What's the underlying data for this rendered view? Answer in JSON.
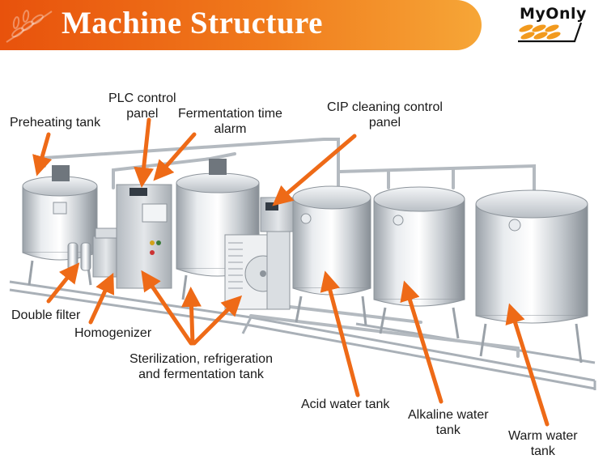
{
  "header": {
    "title": "Machine Structure",
    "brand_logo": "MyOnly",
    "banner_color": "#ee6a17",
    "banner_color_end": "#f6a637"
  },
  "labels": {
    "preheating_tank": "Preheating tank",
    "plc_line1": "PLC control",
    "plc_line2": "panel",
    "fermentation_alarm_line1": "Fermentation time",
    "fermentation_alarm_line2": "alarm",
    "cip_line1": "CIP cleaning control",
    "cip_line2": "panel",
    "double_filter": "Double filter",
    "homogenizer": "Homogenizer",
    "sterilization_line1": "Sterilization, refrigeration",
    "sterilization_line2": "and fermentation tank",
    "acid_water_tank": "Acid water tank",
    "alkaline_line1": "Alkaline water",
    "alkaline_line2": "tank",
    "warm_line1": "Warm water",
    "warm_line2": "tank"
  },
  "colors": {
    "arrow": "#ee6a17",
    "steel": "#c9ced3"
  },
  "icons": {
    "header_decoration": "wheat-icon",
    "logo_mark": "wheat-icon"
  }
}
